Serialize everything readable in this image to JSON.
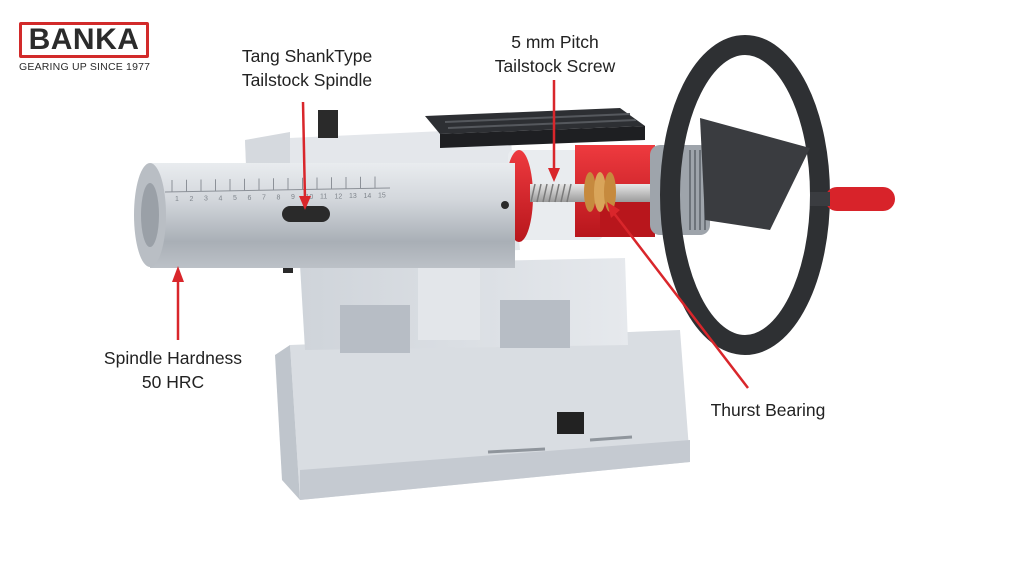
{
  "brand": {
    "name": "BANKA",
    "tagline": "GEARING UP SINCE 1977",
    "color_red": "#d22a2a",
    "color_dark": "#2b2b2b"
  },
  "callouts": [
    {
      "id": "tang-shank",
      "lines": [
        "Tang ShankType",
        "Tailstock Spindle"
      ]
    },
    {
      "id": "pitch-screw",
      "lines": [
        "5 mm Pitch",
        "Tailstock Screw"
      ]
    },
    {
      "id": "spindle-hardness",
      "lines": [
        "Spindle Hardness",
        "50 HRC"
      ]
    },
    {
      "id": "thrust-bearing",
      "lines": [
        "Thurst Bearing"
      ]
    }
  ],
  "spindle_scale": [
    "1",
    "2",
    "3",
    "4",
    "5",
    "6",
    "7",
    "8",
    "9",
    "10",
    "11",
    "12",
    "13",
    "14",
    "15"
  ],
  "colors": {
    "arrow": "#d9262b",
    "body": "#dfe3e8",
    "body_shade": "#c9ced5",
    "spindle": "#c4c9cf",
    "red_part": "#d8232a",
    "handwheel": "#2e3033",
    "handle": "#d8232a"
  }
}
